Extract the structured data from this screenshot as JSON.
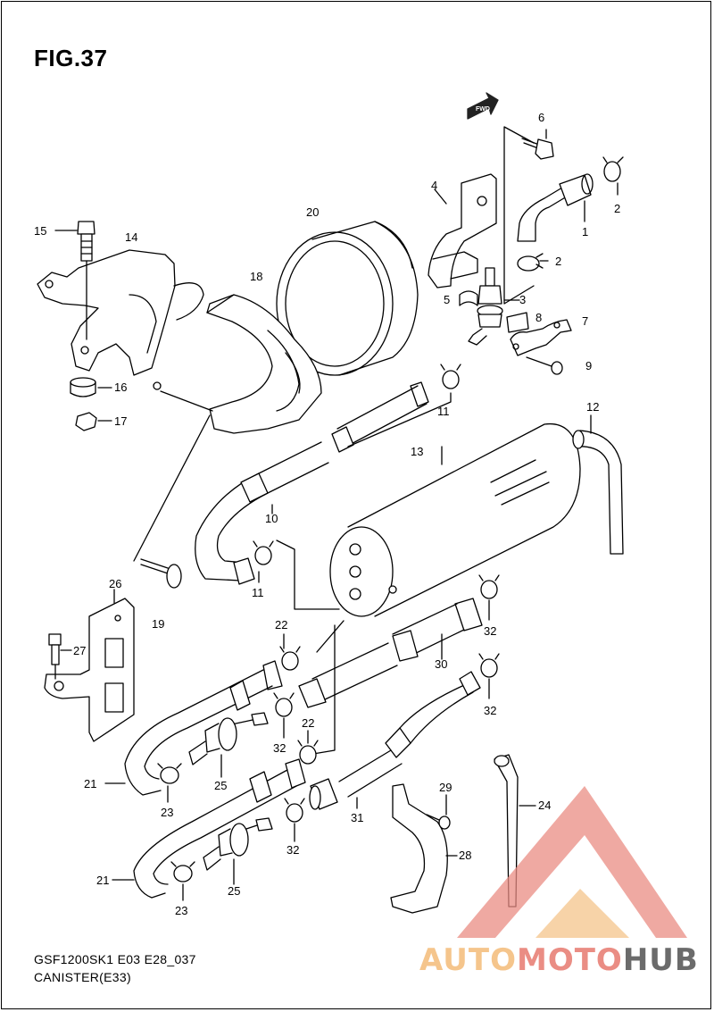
{
  "figure": {
    "title": "FIG.37"
  },
  "footer": {
    "model_line": "GSF1200SK1  E03  E28_037",
    "section_line": "CANISTER(E33)"
  },
  "fwd_badge": "FWD",
  "parts": [
    {
      "id": "p1",
      "number": "1"
    },
    {
      "id": "p2a",
      "number": "2"
    },
    {
      "id": "p2b",
      "number": "2"
    },
    {
      "id": "p3",
      "number": "3"
    },
    {
      "id": "p4",
      "number": "4"
    },
    {
      "id": "p5",
      "number": "5"
    },
    {
      "id": "p6",
      "number": "6"
    },
    {
      "id": "p7",
      "number": "7"
    },
    {
      "id": "p8",
      "number": "8"
    },
    {
      "id": "p9",
      "number": "9"
    },
    {
      "id": "p10",
      "number": "10"
    },
    {
      "id": "p11a",
      "number": "11"
    },
    {
      "id": "p11b",
      "number": "11"
    },
    {
      "id": "p12",
      "number": "12"
    },
    {
      "id": "p13",
      "number": "13"
    },
    {
      "id": "p14",
      "number": "14"
    },
    {
      "id": "p15",
      "number": "15"
    },
    {
      "id": "p16",
      "number": "16"
    },
    {
      "id": "p17",
      "number": "17"
    },
    {
      "id": "p18",
      "number": "18"
    },
    {
      "id": "p19",
      "number": "19"
    },
    {
      "id": "p20",
      "number": "20"
    },
    {
      "id": "p21a",
      "number": "21"
    },
    {
      "id": "p21b",
      "number": "21"
    },
    {
      "id": "p22a",
      "number": "22"
    },
    {
      "id": "p22b",
      "number": "22"
    },
    {
      "id": "p23a",
      "number": "23"
    },
    {
      "id": "p23b",
      "number": "23"
    },
    {
      "id": "p24",
      "number": "24"
    },
    {
      "id": "p25a",
      "number": "25"
    },
    {
      "id": "p25b",
      "number": "25"
    },
    {
      "id": "p26",
      "number": "26"
    },
    {
      "id": "p27",
      "number": "27"
    },
    {
      "id": "p28",
      "number": "28"
    },
    {
      "id": "p29",
      "number": "29"
    },
    {
      "id": "p30",
      "number": "30"
    },
    {
      "id": "p31",
      "number": "31"
    },
    {
      "id": "p32a",
      "number": "32"
    },
    {
      "id": "p32b",
      "number": "32"
    },
    {
      "id": "p32c",
      "number": "32"
    },
    {
      "id": "p32d",
      "number": "32"
    }
  ],
  "watermark": {
    "part1": "AUTO",
    "part2": "MOTO",
    "part3": "HUB",
    "color_light": "#f5c58c",
    "color_red": "#ea8d84",
    "color_gray": "#6b6b6b"
  }
}
